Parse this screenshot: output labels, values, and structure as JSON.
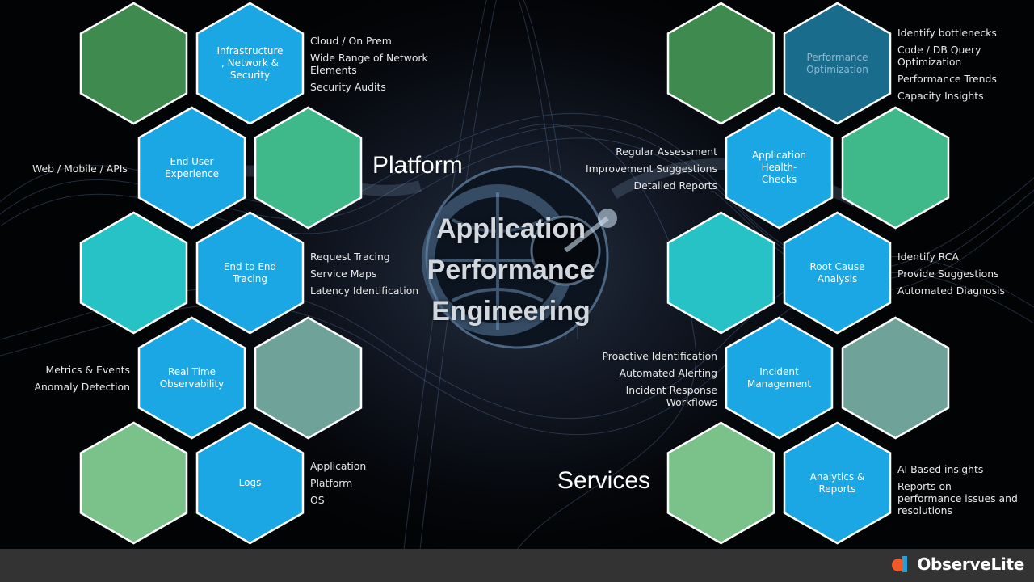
{
  "colors": {
    "blue": "#1aa7e3",
    "blue_dim": "#1a6c8c",
    "green_dark": "#3f8a4f",
    "green_teal": "#3fb98a",
    "cyan": "#27c2c5",
    "grey_teal": "#6fa39a",
    "green_light": "#7bc28a",
    "footer": "#333333"
  },
  "center_title": [
    "Application",
    "Performance",
    "Engineering"
  ],
  "platform_label": "Platform",
  "services_label": "Services",
  "logo_text": "ObserveLite",
  "platform_hexes": [
    {
      "label": "Infrastructure\n, Network &\nSecurity",
      "color": "blue"
    },
    {
      "label": "End User\nExperience",
      "color": "blue"
    },
    {
      "label": "End to End\nTracing",
      "color": "blue"
    },
    {
      "label": "Real Time\nObservability",
      "color": "blue"
    },
    {
      "label": "Logs",
      "color": "blue"
    }
  ],
  "service_hexes": [
    {
      "label": "Performance\nOptimization",
      "color": "blue_dim"
    },
    {
      "label": "Application\nHealth-\nChecks",
      "color": "blue"
    },
    {
      "label": "Root Cause\nAnalysis",
      "color": "blue"
    },
    {
      "label": "Incident\nManagement",
      "color": "blue"
    },
    {
      "label": "Analytics &\nReports",
      "color": "blue"
    }
  ],
  "decor_hexes": [
    "green_dark",
    "green_teal",
    "cyan",
    "grey_teal",
    "green_light"
  ],
  "details": {
    "infrastructure": [
      "Cloud / On Prem",
      "Wide Range of Network Elements",
      "Security Audits"
    ],
    "end_user": [
      "Web / Mobile / APIs"
    ],
    "tracing": [
      "Request Tracing",
      "Service Maps",
      "Latency Identification"
    ],
    "observability": [
      "Metrics & Events",
      "Anomaly Detection"
    ],
    "logs": [
      "Application",
      "Platform",
      "OS"
    ],
    "performance": [
      "Identify bottlenecks",
      "Code / DB Query Optimization",
      "Performance Trends",
      "Capacity Insights"
    ],
    "health": [
      "Regular Assessment",
      "Improvement Suggestions",
      "Detailed Reports"
    ],
    "rca": [
      "Identify RCA",
      "Provide Suggestions",
      "Automated Diagnosis"
    ],
    "incident": [
      "Proactive Identification",
      "Automated Alerting",
      "Incident Response Workflows"
    ],
    "analytics": [
      "AI Based insights",
      "Reports on performance issues and resolutions"
    ]
  }
}
